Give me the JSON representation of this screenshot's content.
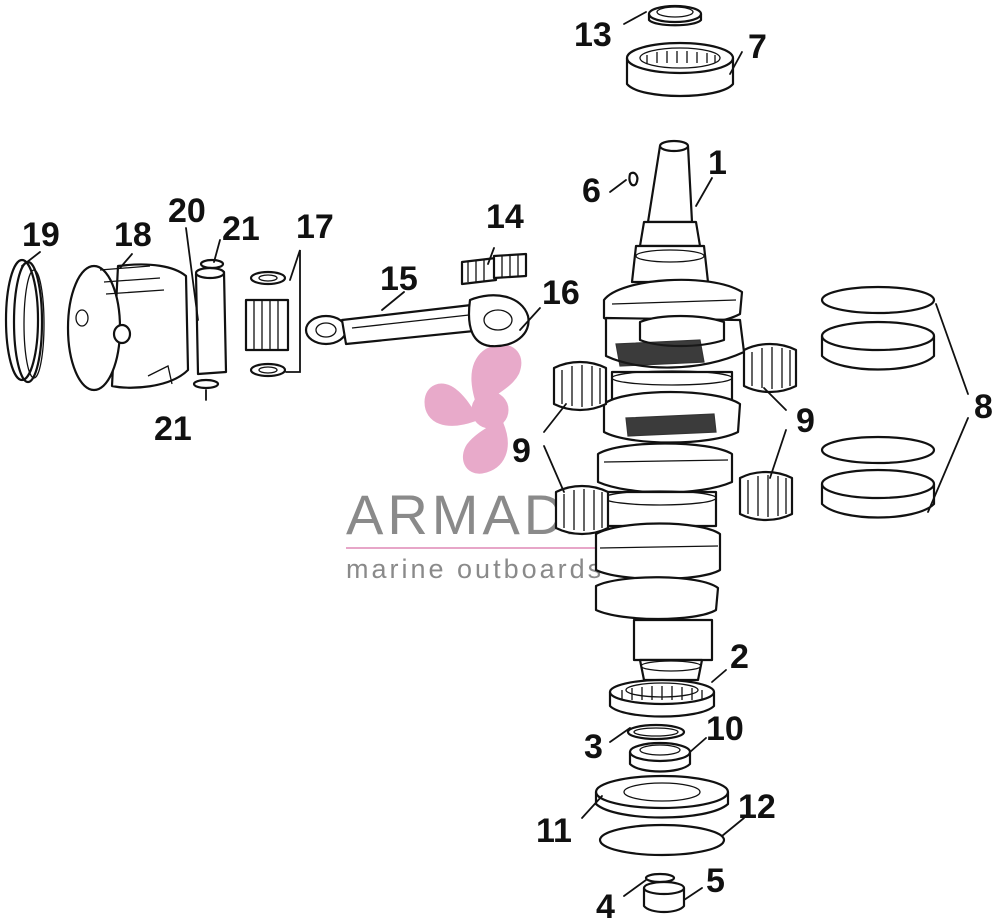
{
  "callouts": {
    "c1": "1",
    "c2": "2",
    "c3": "3",
    "c4": "4",
    "c5": "5",
    "c6": "6",
    "c7": "7",
    "c8": "8",
    "c9a": "9",
    "c9b": "9",
    "c10": "10",
    "c11": "11",
    "c12": "12",
    "c13": "13",
    "c14": "14",
    "c15": "15",
    "c16": "16",
    "c17": "17",
    "c18": "18",
    "c19": "19",
    "c20": "20",
    "c21a": "21",
    "c21b": "21"
  },
  "watermark": {
    "brand": "ARMADA",
    "tagline": "marine outboards",
    "colors": {
      "logo": "#e7a6c8",
      "text": "#8a8a8a"
    }
  }
}
